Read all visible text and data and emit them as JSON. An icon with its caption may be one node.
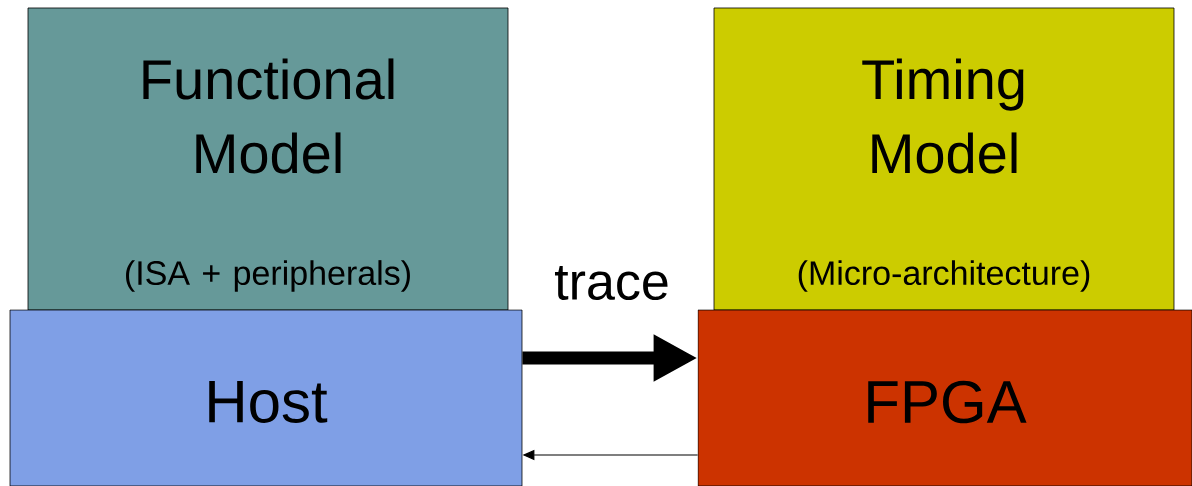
{
  "diagram": {
    "nodes": [
      {
        "text": [
          "Functional Model",
          "(ISA + peripherals)"
        ]
      },
      {
        "text": [
          "Timing Model",
          "(Micro-architecture)"
        ]
      },
      {
        "text": [
          "Host"
        ]
      },
      {
        "text": [
          "FPGA"
        ]
      }
    ],
    "edges": [
      {
        "from": 2,
        "to": 3,
        "arrow": "to",
        "label": "trace",
        "style": "thick"
      },
      {
        "from": 3,
        "to": 2,
        "arrow": "to"
      }
    ]
  }
}
